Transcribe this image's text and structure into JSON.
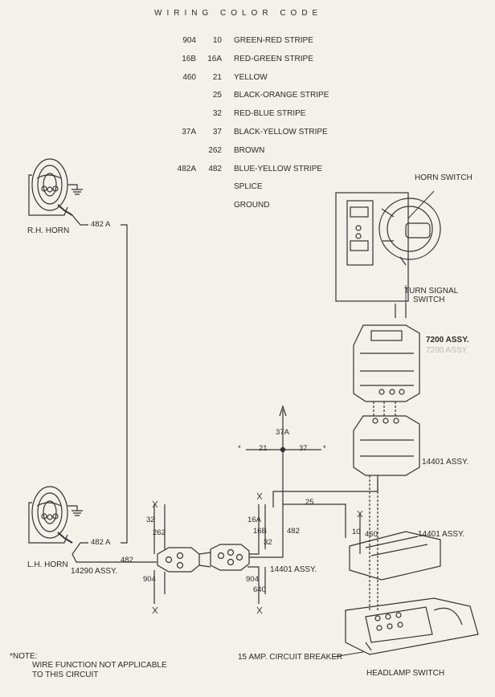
{
  "title": "WIRING COLOR CODE",
  "color_code": [
    {
      "c1": "904",
      "c2": "10",
      "desc": "GREEN-RED STRIPE"
    },
    {
      "c1": "16B",
      "c2": "16A",
      "desc": "RED-GREEN STRIPE"
    },
    {
      "c1": "460",
      "c2": "21",
      "desc": "YELLOW"
    },
    {
      "c1": "",
      "c2": "25",
      "desc": "BLACK-ORANGE STRIPE"
    },
    {
      "c1": "",
      "c2": "32",
      "desc": "RED-BLUE STRIPE"
    },
    {
      "c1": "37A",
      "c2": "37",
      "desc": "BLACK-YELLOW STRIPE"
    },
    {
      "c1": "",
      "c2": "262",
      "desc": "BROWN"
    },
    {
      "c1": "482A",
      "c2": "482",
      "desc": "BLUE-YELLOW STRIPE"
    },
    {
      "c1": "",
      "c2": "",
      "desc": "SPLICE"
    },
    {
      "c1": "",
      "c2": "",
      "desc": "GROUND"
    }
  ],
  "components": {
    "rh_horn": "R.H. HORN",
    "lh_horn": "L.H. HORN",
    "horn_switch": "HORN SWITCH",
    "turn_signal_switch_1": "TURN SIGNAL",
    "turn_signal_switch_2": "SWITCH",
    "assy_7200": "7200 ASSY.",
    "assy_7200_faded": "7200 ASSY.",
    "assy_14401_a": "14401 ASSY.",
    "assy_14401_b": "14401 ASSY.",
    "assy_14401_c": "14401 ASSY.",
    "assy_14290": "14290 ASSY.",
    "circuit_breaker": "15 AMP. CIRCUIT BREAKER",
    "headlamp_switch": "HEADLAMP SWITCH"
  },
  "wires": {
    "w482A_top": "482 A",
    "w482A_bot": "482 A",
    "w482_left": "482",
    "w482_mid": "482",
    "w37A": "37A",
    "w21": "21",
    "w37": "37",
    "w25": "25",
    "w32_left": "32",
    "w262": "262",
    "w904_left": "904",
    "w16A": "16A",
    "w16B": "16B",
    "w32_right": "32",
    "w904_right": "904",
    "w640": "640",
    "w10": "10",
    "w460": "460"
  },
  "note": {
    "line1": "*NOTE:",
    "line2": "WIRE FUNCTION NOT APPLICABLE",
    "line3": "TO THIS CIRCUIT"
  }
}
